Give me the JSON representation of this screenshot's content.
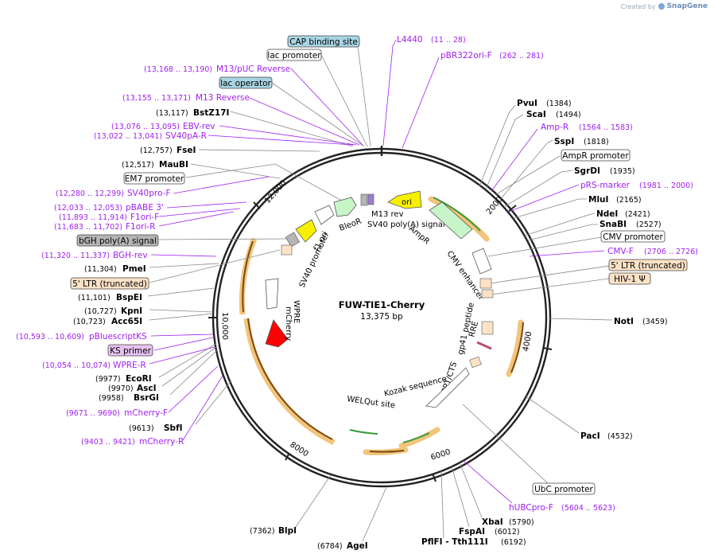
{
  "credit": {
    "created_by": "Created by",
    "app": "SnapGene"
  },
  "plasmid": {
    "name": "FUW-TIE1-Cherry",
    "length_label": "13,375 bp"
  },
  "ticks": [
    "2000",
    "4000",
    "6000",
    "8000",
    "10,000",
    "12,000"
  ],
  "sites": [
    {
      "name": "PvuI",
      "pos": "(1384)"
    },
    {
      "name": "ScaI",
      "pos": "(1494)"
    },
    {
      "name": "SspI",
      "pos": "(1818)"
    },
    {
      "name": "SgrDI",
      "pos": "(1935)"
    },
    {
      "name": "MluI",
      "pos": "(2165)"
    },
    {
      "name": "NdeI",
      "pos": "(2421)"
    },
    {
      "name": "SnaBI",
      "pos": "(2527)"
    },
    {
      "name": "NotI",
      "pos": "(3459)"
    },
    {
      "name": "PacI",
      "pos": "(4532)"
    },
    {
      "name": "XbaI",
      "pos": "(5790)"
    },
    {
      "name": "FspAI",
      "pos": "(6012)"
    },
    {
      "name": "PflFI - Tth111I",
      "pos": "(6192)"
    },
    {
      "name": "AgeI",
      "pos": "(6784)"
    },
    {
      "name": "BlpI",
      "pos": "(7362)"
    },
    {
      "name": "SbfI",
      "pos": "(9613)"
    },
    {
      "name": "BsrGI",
      "pos": "(9958)"
    },
    {
      "name": "AscI",
      "pos": "(9970)"
    },
    {
      "name": "EcoRI",
      "pos": "(9977)"
    },
    {
      "name": "Acc65I",
      "pos": "(10,723)"
    },
    {
      "name": "KpnI",
      "pos": "(10,727)"
    },
    {
      "name": "BspEI",
      "pos": "(11,101)"
    },
    {
      "name": "PmeI",
      "pos": "(11,304)"
    },
    {
      "name": "MauBI",
      "pos": "(12,517)"
    },
    {
      "name": "FseI",
      "pos": "(12,757)"
    },
    {
      "name": "BstZ17I",
      "pos": "(13,117)"
    }
  ],
  "primers": [
    {
      "name": "L4440",
      "pos": "(11 .. 28)"
    },
    {
      "name": "pBR322ori-F",
      "pos": "(262 .. 281)"
    },
    {
      "name": "Amp-R",
      "pos": "(1564 .. 1583)"
    },
    {
      "name": "pRS-marker",
      "pos": "(1981 .. 2000)"
    },
    {
      "name": "CMV-F",
      "pos": "(2706 .. 2726)"
    },
    {
      "name": "hUBCpro-F",
      "pos": "(5604 .. 5623)"
    },
    {
      "name": "mCherry-R",
      "pos": "(9403 .. 9421)"
    },
    {
      "name": "mCherry-F",
      "pos": "(9671 .. 9690)"
    },
    {
      "name": "WPRE-R",
      "pos": "(10,054 .. 10,074)"
    },
    {
      "name": "pBluescriptKS",
      "pos": "(10,593 .. 10,609)"
    },
    {
      "name": "BGH-rev",
      "pos": "(11,320 .. 11,337)"
    },
    {
      "name": "F1ori-R",
      "pos": "(11,683 .. 11,702)"
    },
    {
      "name": "F1ori-F",
      "pos": "(11,893 .. 11,914)"
    },
    {
      "name": "pBABE 3'",
      "pos": "(12,033 .. 12,053)"
    },
    {
      "name": "SV40pro-F",
      "pos": "(12,280 .. 12,299)"
    },
    {
      "name": "SV40pA-R",
      "pos": "(13,022 .. 13,041)"
    },
    {
      "name": "EBV-rev",
      "pos": "(13,076 .. 13,095)"
    },
    {
      "name": "M13 Reverse",
      "pos": "(13,155 .. 13,171)"
    },
    {
      "name": "M13/pUC Reverse",
      "pos": "(13,168 .. 13,190)"
    }
  ],
  "boxes": [
    {
      "text": "CAP binding site",
      "kind": "blue"
    },
    {
      "text": "lac promoter",
      "kind": "white"
    },
    {
      "text": "lac operator",
      "kind": "blue"
    },
    {
      "text": "EM7 promoter",
      "kind": "white"
    },
    {
      "text": "bGH poly(A) signal",
      "kind": "gray"
    },
    {
      "text": "5' LTR (truncated)",
      "kind": "peach"
    },
    {
      "text": "KS primer",
      "kind": "purple"
    },
    {
      "text": "AmpR promoter",
      "kind": "white"
    },
    {
      "text": "CMV promoter",
      "kind": "white"
    },
    {
      "text": "5' LTR (truncated)",
      "kind": "peach"
    },
    {
      "text": "HIV-1 Ψ",
      "kind": "peach"
    },
    {
      "text": "UbC promoter",
      "kind": "white"
    }
  ],
  "features": [
    "ori",
    "M13 rev",
    "SV40 poly(A) signal",
    "BleoR",
    "f1 ori",
    "SV40 promoter",
    "AmpR",
    "CMV enhancer",
    "RRE",
    "gp41 peptide",
    "cPPT/CTS",
    "Kozak sequence",
    "WELQut site",
    "mCherry",
    "WPRE"
  ],
  "colors": {
    "backbone": "#222222",
    "primer": "#a020f0",
    "site_line": "#777777",
    "box_blue": "#a9d4e3",
    "box_gray": "#b5b5b5",
    "box_peach": "#fde2c6",
    "box_purple": "#e7c2f2",
    "ori_yellow": "#f6f000",
    "green_light": "#c8f5c8",
    "mcherry_red": "#ff0000",
    "orf_orange": "#f2c47a",
    "orf_green": "#3a9a3a"
  }
}
